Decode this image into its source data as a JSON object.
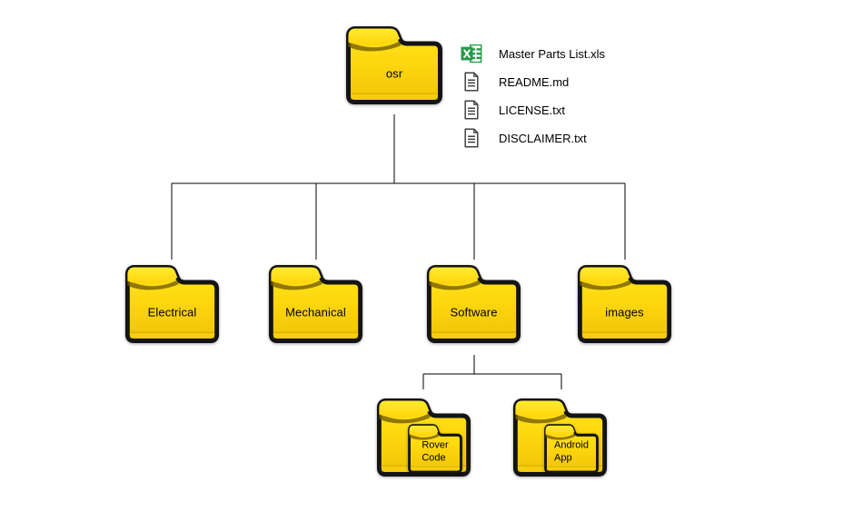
{
  "tree": {
    "root": {
      "label": "osr"
    },
    "root_files": [
      {
        "name": "Master Parts List.xls",
        "icon": "excel-file-icon"
      },
      {
        "name": "README.md",
        "icon": "document-file-icon"
      },
      {
        "name": "LICENSE.txt",
        "icon": "document-file-icon"
      },
      {
        "name": "DISCLAIMER.txt",
        "icon": "document-file-icon"
      }
    ],
    "children": [
      {
        "label": "Electrical"
      },
      {
        "label": "Mechanical"
      },
      {
        "label": "Software",
        "children": [
          {
            "label": "Rover Code",
            "lines": [
              "Rover",
              "Code"
            ]
          },
          {
            "label": "Android App",
            "lines": [
              "Android",
              "App"
            ]
          }
        ]
      },
      {
        "label": "images"
      }
    ]
  },
  "colors": {
    "background": "#ffffff",
    "connector": "#000000",
    "label-text": "#000000",
    "folder-outline": "#141414",
    "folder-yellow-top": "#ffe61c",
    "folder-yellow-bottom": "#efc306",
    "excel-green": "#259b48",
    "doc-outline": "#404040"
  }
}
